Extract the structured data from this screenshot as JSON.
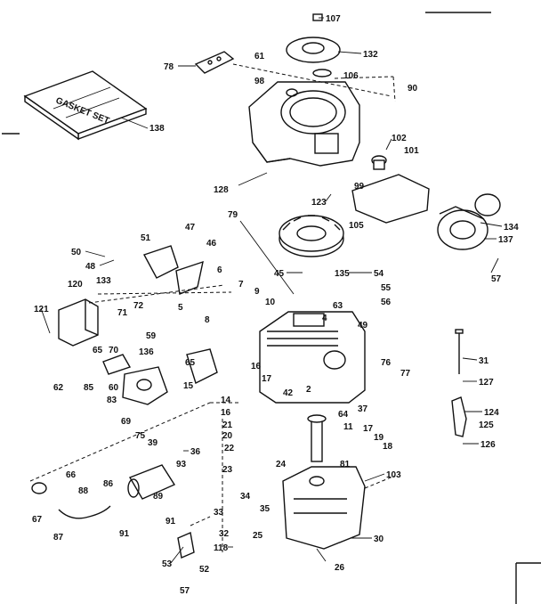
{
  "diagram": {
    "kit_text": "GASKET SET",
    "part_numbers": [
      "107",
      "132",
      "78",
      "61",
      "106",
      "90",
      "98",
      "138",
      "102",
      "101",
      "99",
      "128",
      "123",
      "105",
      "79",
      "134",
      "137",
      "57",
      "50",
      "51",
      "47",
      "46",
      "48",
      "45",
      "135",
      "54",
      "55",
      "56",
      "120",
      "133",
      "6",
      "8",
      "7",
      "9",
      "10",
      "5",
      "63",
      "4",
      "49",
      "121",
      "71",
      "72",
      "59",
      "65",
      "70",
      "136",
      "65",
      "15",
      "16",
      "31",
      "62",
      "85",
      "60",
      "83",
      "69",
      "76",
      "77",
      "127",
      "37",
      "17",
      "42",
      "2",
      "14",
      "16",
      "64",
      "21",
      "20",
      "11",
      "17",
      "19",
      "18",
      "22",
      "124",
      "125",
      "126",
      "75",
      "39",
      "36",
      "93",
      "23",
      "24",
      "81",
      "103",
      "66",
      "88",
      "86",
      "89",
      "67",
      "87",
      "34",
      "35",
      "33",
      "91",
      "91",
      "32",
      "25",
      "30",
      "118",
      "53",
      "52",
      "57",
      "26"
    ]
  }
}
